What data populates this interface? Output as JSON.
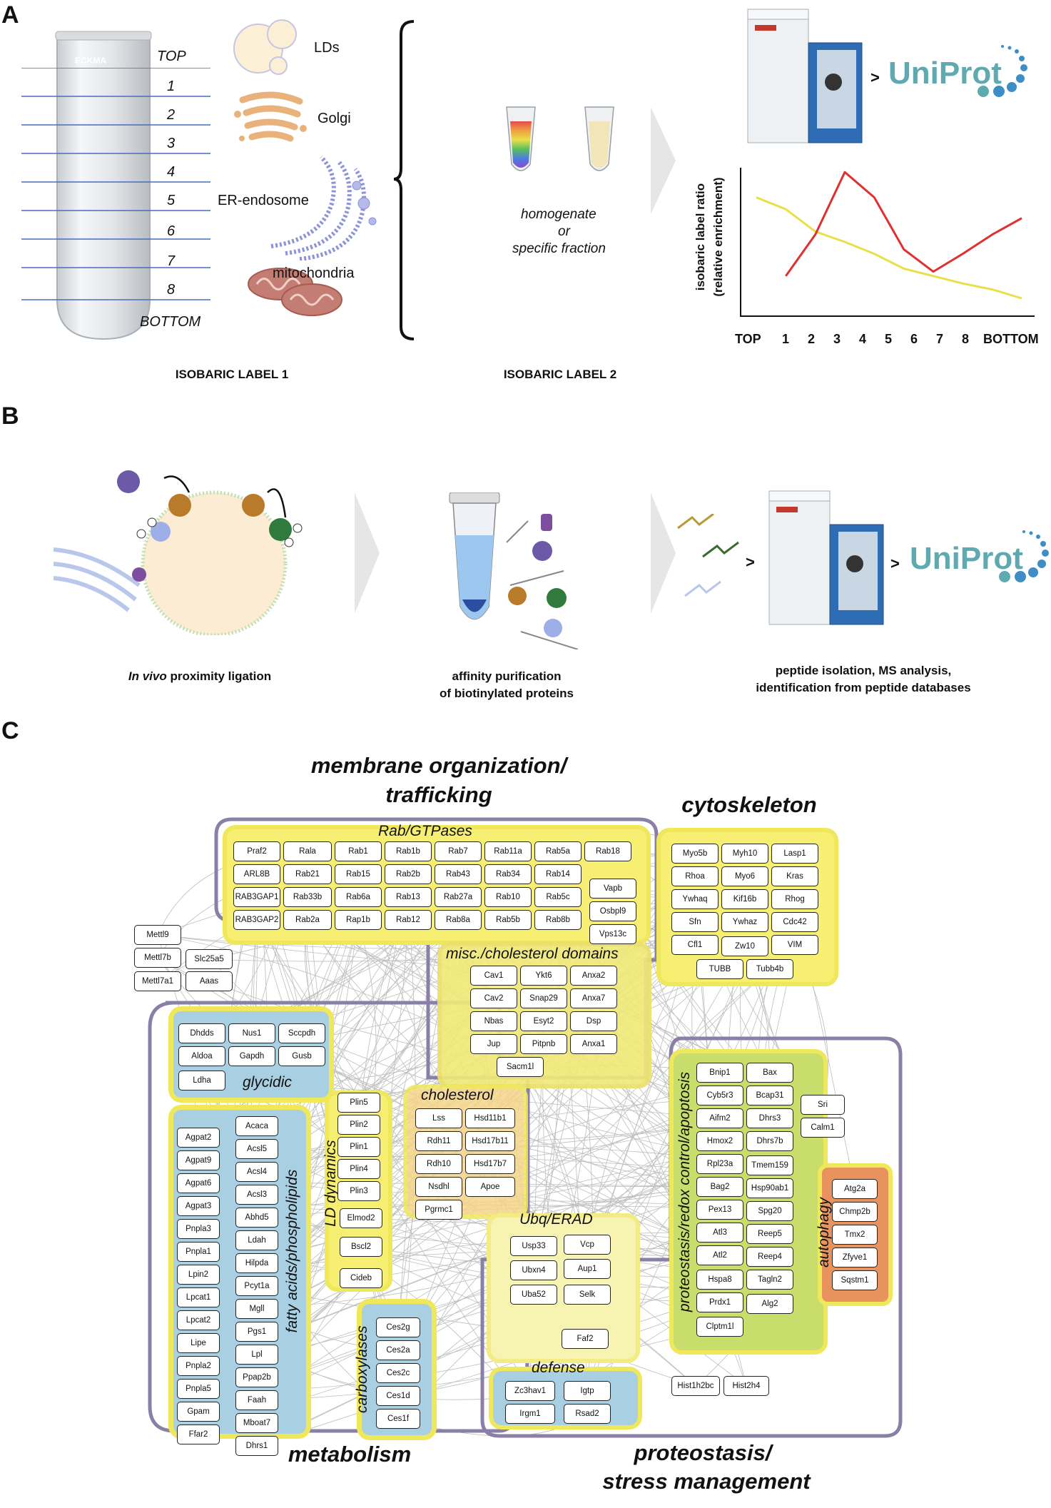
{
  "panels": {
    "a": "A",
    "b": "B",
    "c": "C"
  },
  "panel_a": {
    "fractions": [
      "TOP",
      "1",
      "2",
      "3",
      "4",
      "5",
      "6",
      "7",
      "8",
      "BOTTOM"
    ],
    "tube_text": "ECKMA",
    "organelles": [
      "LDs",
      "Golgi",
      "ER-endosome",
      "mitochondria"
    ],
    "sample_text": [
      "homogenate",
      "or",
      "specific fraction"
    ],
    "gt": ">",
    "uniprot": "UniProt",
    "chart_ylabel1": "isobaric label ratio",
    "chart_ylabel2": "(relative enrichment)",
    "label1": "ISOBARIC LABEL 1",
    "label2": "ISOBARIC LABEL 2"
  },
  "chart_data": {
    "type": "line",
    "categories": [
      "TOP",
      "1",
      "2",
      "3",
      "4",
      "5",
      "6",
      "7",
      "8",
      "BOTTOM"
    ],
    "ylabel": "isobaric label ratio (relative enrichment)",
    "series": [
      {
        "color": "#e8e04a",
        "values": [
          0.8,
          0.72,
          0.57,
          0.5,
          0.42,
          0.32,
          0.27,
          0.22,
          0.18,
          0.12
        ]
      },
      {
        "color": "#e03030",
        "values": [
          null,
          0.27,
          0.55,
          0.97,
          0.8,
          0.45,
          0.3,
          0.42,
          0.55,
          0.66
        ]
      }
    ]
  },
  "panel_b": {
    "b_label": "B",
    "cap1_it": "In vivo",
    "cap1_rest": " proximity ligation",
    "cap2_l1": "affinity purification",
    "cap2_l2": "of biotinylated proteins",
    "cap3_l1": "peptide isolation, MS analysis,",
    "cap3_l2": "identification from peptide databases",
    "gt": ">",
    "uniprot": "UniProt"
  },
  "panel_c": {
    "categories": {
      "membrane_l1": "membrane organization/",
      "membrane_l2": "trafficking",
      "cytoskeleton": "cytoskeleton",
      "metabolism": "metabolism",
      "proteo_l1": "proteostasis/",
      "proteo_l2": "stress management"
    },
    "groups": {
      "rab": "Rab/GTPases",
      "misc": "misc./cholesterol domains",
      "glycidic": "glycidic",
      "fatty": "fatty acids/phospholipids",
      "ld": "LD dynamics",
      "cholesterol": "cholesterol",
      "carbox": "carboxylases",
      "ubq": "Ubq/ERAD",
      "defense": "defense",
      "proteo": "proteostasis/redox control/apoptosis",
      "autophagy": "autophagy"
    },
    "rab_nodes": [
      [
        "Praf2",
        "Rala",
        "Rab1",
        "Rab1b",
        "Rab7",
        "Rab11a",
        "Rab5a",
        "Rab18"
      ],
      [
        "ARL8B",
        "Rab21",
        "Rab15",
        "Rab2b",
        "Rab43",
        "Rab34",
        "Rab14"
      ],
      [
        "RAB3GAP1",
        "Rab33b",
        "Rab6a",
        "Rab13",
        "Rab27a",
        "Rab10",
        "Rab5c"
      ],
      [
        "RAB3GAP2",
        "Rab2a",
        "Rap1b",
        "Rab12",
        "Rab8a",
        "Rab5b",
        "Rab8b"
      ]
    ],
    "rab_extra": [
      "Vapb",
      "Osbpl9",
      "Vps13c"
    ],
    "methyl_nodes": [
      "Mettl9",
      "Mettl7b",
      "Slc25a5",
      "Mettl7a1",
      "Aaas"
    ],
    "cyto_nodes": [
      [
        "Myo5b",
        "Myh10",
        "Lasp1"
      ],
      [
        "Rhoa",
        "Myo6",
        "Kras"
      ],
      [
        "Ywhaq",
        "Kif16b",
        "Rhog"
      ],
      [
        "Sfn",
        "Ywhaz",
        "Cdc42"
      ],
      [
        "Cfl1",
        "Zw10",
        "VIM"
      ],
      [
        "TUBB",
        "Tubb4b"
      ]
    ],
    "misc_nodes": [
      [
        "Cav1",
        "Ykt6",
        "Anxa2"
      ],
      [
        "Cav2",
        "Snap29",
        "Anxa7"
      ],
      [
        "Nbas",
        "Esyt2",
        "Dsp"
      ],
      [
        "Jup",
        "Pitpnb",
        "Anxa1"
      ],
      [
        "Sacm1l"
      ]
    ],
    "glycidic_nodes": [
      [
        "Dhdds",
        "Nus1",
        "Sccpdh"
      ],
      [
        "Aldoa",
        "Gapdh",
        "Gusb"
      ],
      [
        "Ldha"
      ]
    ],
    "fatty_col1": [
      "Agpat2",
      "Agpat9",
      "Agpat6",
      "Agpat3",
      "Pnpla3",
      "Pnpla1",
      "Lpin2",
      "Lpcat1",
      "Lpcat2",
      "Lipe",
      "Pnpla2",
      "Pnpla5",
      "Gpam",
      "Ffar2"
    ],
    "fatty_col2": [
      "Acaca",
      "Acsl5",
      "Acsl4",
      "Acsl3",
      "Abhd5",
      "Ldah",
      "Hilpda",
      "Pcyt1a",
      "Mgll",
      "Pgs1",
      "Lpl",
      "Ppap2b",
      "Faah",
      "Mboat7",
      "Dhrs1"
    ],
    "ld_nodes": [
      "Plin5",
      "Plin2",
      "Plin1",
      "Plin4",
      "Plin3",
      "Elmod2",
      "Bscl2",
      "Cideb"
    ],
    "chol_nodes": [
      [
        "Lss",
        "Hsd11b1"
      ],
      [
        "Rdh11",
        "Hsd17b11"
      ],
      [
        "Rdh10",
        "Hsd17b7"
      ],
      [
        "Nsdhl",
        "Apoe"
      ],
      [
        "Pgrmc1"
      ]
    ],
    "carbox_nodes": [
      "Ces2g",
      "Ces2a",
      "Ces2c",
      "Ces1d",
      "Ces1f"
    ],
    "ubq_nodes": [
      [
        "Usp33",
        "Vcp"
      ],
      [
        "Ubxn4",
        "Aup1"
      ],
      [
        "Uba52",
        "Selk"
      ],
      [
        "Faf2"
      ]
    ],
    "defense_nodes": [
      [
        "Zc3hav1",
        "Igtp"
      ],
      [
        "Irgm1",
        "Rsad2"
      ]
    ],
    "proteo_nodes": [
      [
        "Bnip1",
        "Bax"
      ],
      [
        "Cyb5r3",
        "Bcap31"
      ],
      [
        "Aifm2",
        "Dhrs3"
      ],
      [
        "Hmox2",
        "Dhrs7b"
      ],
      [
        "Rpl23a",
        "Tmem159"
      ],
      [
        "Bag2",
        "Hsp90ab1"
      ],
      [
        "Pex13",
        "Spg20"
      ],
      [
        "Atl3",
        "Reep5"
      ],
      [
        "Atl2",
        "Reep4"
      ],
      [
        "Hspa8",
        "Tagln2"
      ],
      [
        "Prdx1",
        "Alg2"
      ],
      [
        "Clptm1l"
      ]
    ],
    "proteo_side": [
      "Sri",
      "Calm1"
    ],
    "autophagy_nodes": [
      "Atg2a",
      "Chmp2b",
      "Tmx2",
      "Zfyve1",
      "Sqstm1"
    ],
    "hist_nodes": [
      "Hist1h2bc",
      "Hist2h4"
    ]
  }
}
